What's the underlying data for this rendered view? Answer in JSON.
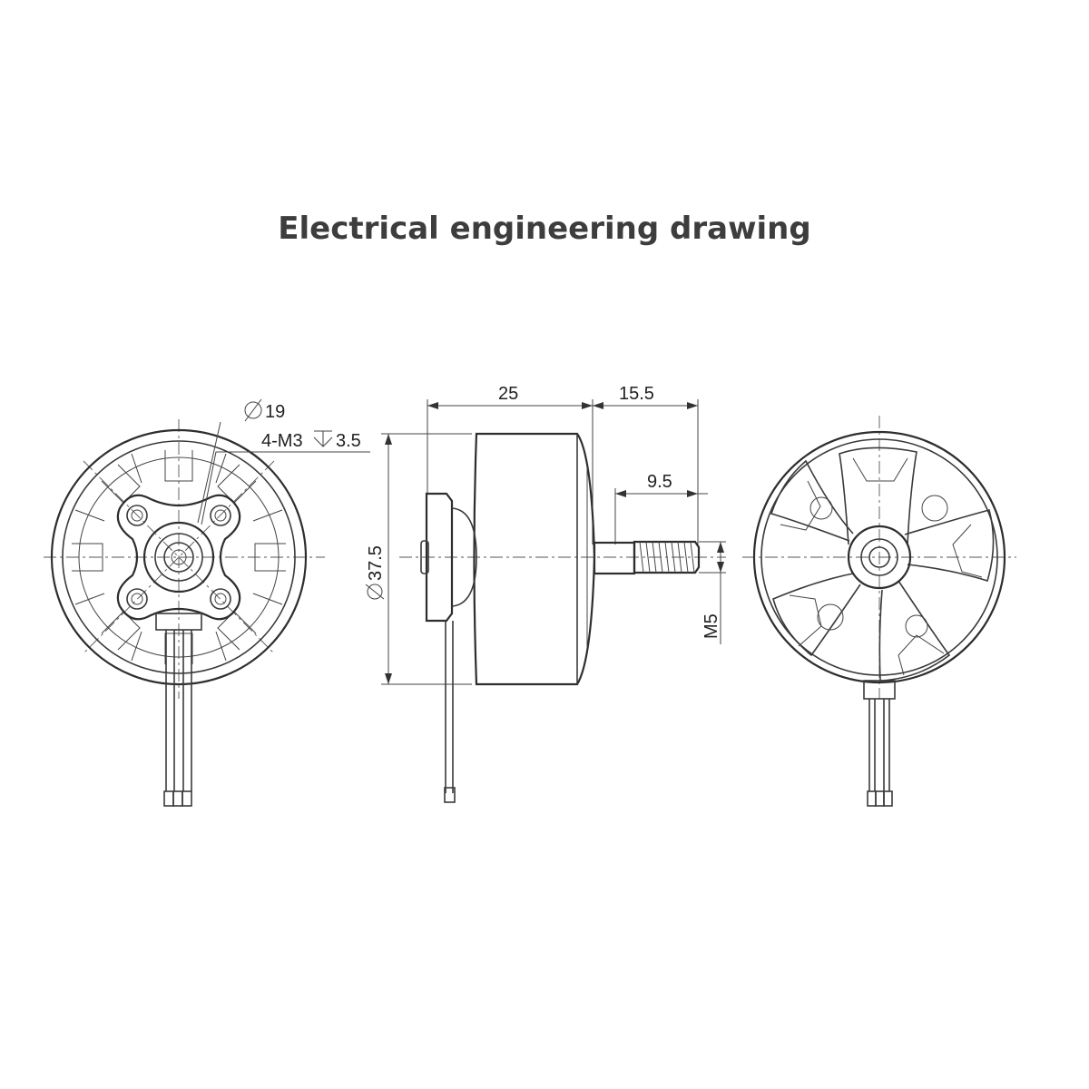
{
  "title": "Electrical engineering drawing",
  "dimensions": {
    "pcd": "19",
    "mount_holes": "4-M3",
    "hole_depth": "3.5",
    "body_length": "25",
    "shaft_total": "15.5",
    "thread_length": "9.5",
    "diameter": "37.5",
    "thread_size": "M5"
  },
  "icons": [
    "diameter-symbol-icon",
    "depth-symbol-icon"
  ]
}
